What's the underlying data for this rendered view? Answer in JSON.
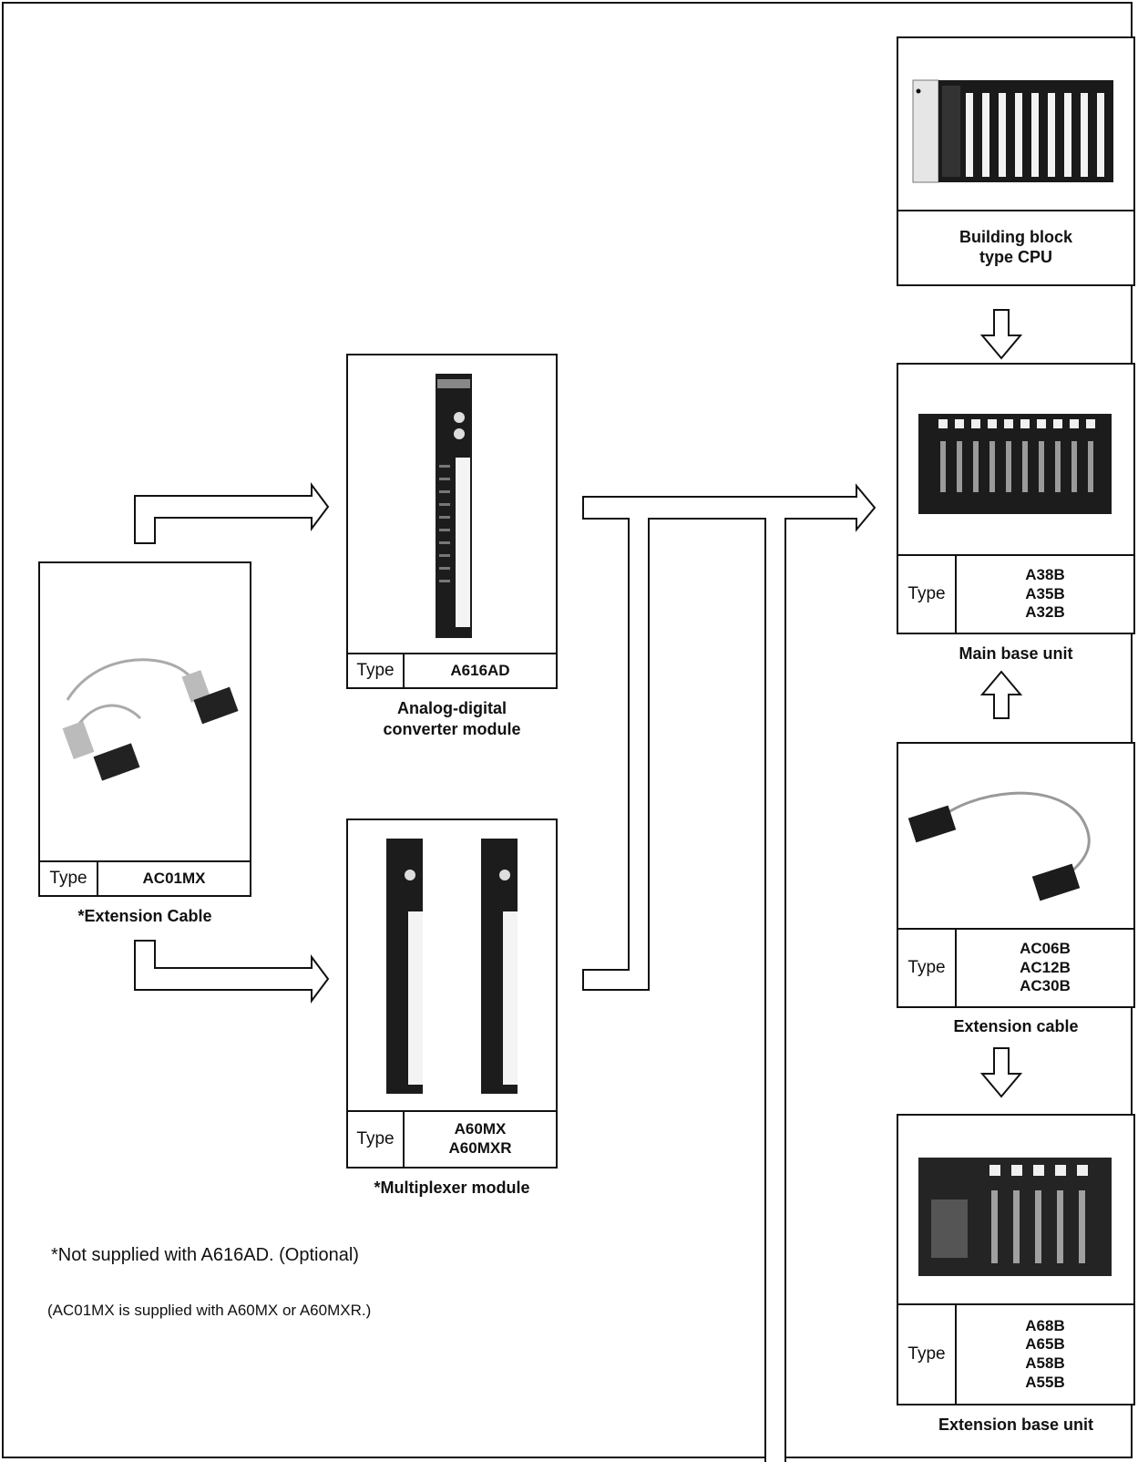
{
  "type_label": "Type",
  "cpu": {
    "name_line1": "Building block",
    "name_line2": "type CPU"
  },
  "main_base": {
    "types": [
      "A38B",
      "A35B",
      "A32B"
    ],
    "caption": "Main base unit"
  },
  "ext_cable_right": {
    "types": [
      "AC06B",
      "AC12B",
      "AC30B"
    ],
    "caption": "Extension cable"
  },
  "ext_base": {
    "types": [
      "A68B",
      "A65B",
      "A58B",
      "A55B"
    ],
    "caption": "Extension base unit"
  },
  "adc": {
    "types": [
      "A616AD"
    ],
    "caption_line1": "Analog-digital",
    "caption_line2": "converter module"
  },
  "mux": {
    "types": [
      "A60MX",
      "A60MXR"
    ],
    "caption": "*Multiplexer module"
  },
  "ext_cable_left": {
    "types": [
      "AC01MX"
    ],
    "caption": "*Extension Cable"
  },
  "notes": {
    "note1": "*Not supplied with A616AD. (Optional)",
    "note2": "(AC01MX is supplied with A60MX or A60MXR.)"
  }
}
